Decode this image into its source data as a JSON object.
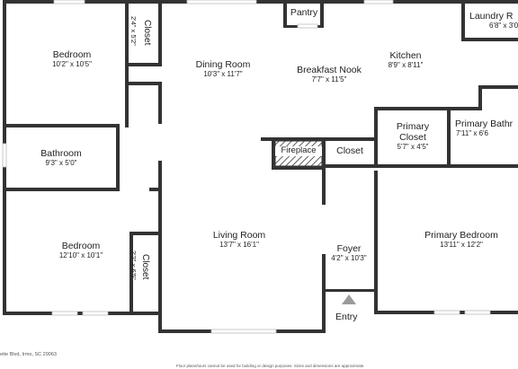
{
  "rooms": {
    "bedroom_1": {
      "name": "Bedroom",
      "dims": "10'2\" x 10'5\""
    },
    "closet_1": {
      "name": "Closet",
      "dims": "2'4\" x 5'2\""
    },
    "dining_room": {
      "name": "Dining Room",
      "dims": "10'3\" x 11'7\""
    },
    "pantry": {
      "name": "Pantry"
    },
    "laundry": {
      "name": "Laundry R",
      "dims": "6'8\" x 3'0"
    },
    "kitchen": {
      "name": "Kitchen",
      "dims": "8'9\" x 8'11\""
    },
    "breakfast_nook": {
      "name": "Breakfast Nook",
      "dims": "7'7\" x 11'5\""
    },
    "bathroom": {
      "name": "Bathroom",
      "dims": "9'3\" x 5'0\""
    },
    "primary_closet": {
      "name": "Primary Closet",
      "dims": "5'7\" x 4'5\""
    },
    "primary_bath": {
      "name": "Primary Bathr",
      "dims": "7'11\" x 6'6"
    },
    "fireplace": {
      "name": "Fireplace"
    },
    "closet_hall": {
      "name": "Closet"
    },
    "bedroom_2": {
      "name": "Bedroom",
      "dims": "12'10\" x 10'1\""
    },
    "closet_2": {
      "name": "Closet",
      "dims": "2'2\" x 6'5\""
    },
    "living_room": {
      "name": "Living Room",
      "dims": "13'7\" x 16'1\""
    },
    "foyer": {
      "name": "Foyer",
      "dims": "4'2\" x 10'3\""
    },
    "primary_bedroom": {
      "name": "Primary Bedroom",
      "dims": "13'11\" x 12'2\""
    }
  },
  "entry_label": "Entry",
  "footer": {
    "address": "ette Blvd, Irmo, SC 29063",
    "disclaimer": "Floor plans/tours cannot be used for building or design purposes. Sizes and dimensions are approximate."
  },
  "colors": {
    "wall": "#333333",
    "window": "#cfcfcf",
    "background": "#ffffff",
    "arrow": "#9a9a9a"
  }
}
